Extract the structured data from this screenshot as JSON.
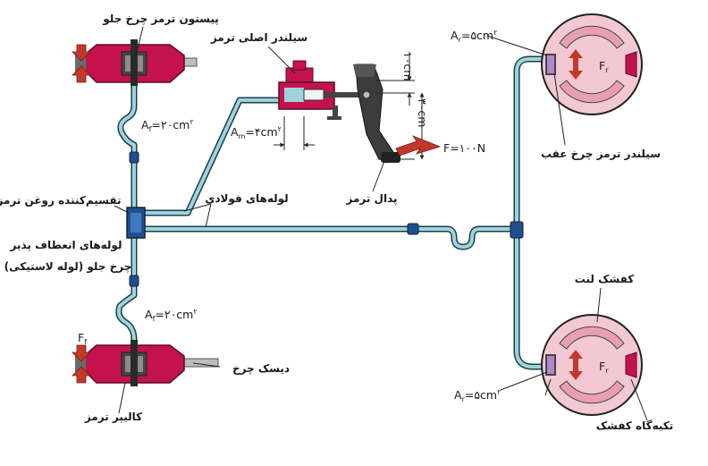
{
  "labels": {
    "front_piston": "پیستون ترمز چرخ جلو",
    "master_cylinder": "سیلندر اصلی ترمز",
    "distributor": "تقسیم‌کننده روغن ترمز",
    "flexible_hose_line1": "لوله‌های انعطاف پذیر",
    "flexible_hose_line2": "چرخ جلو (لوله لاستیکی)",
    "steel_pipes": "لوله‌های فولادی",
    "brake_pedal": "پدال ترمز",
    "rear_wheel_cylinder": "سیلندر ترمز چرخ عقب",
    "brake_shoe_lining": "کفشک لنت",
    "wheel_disc": "دیسک چرخ",
    "brake_caliper": "کالیپر ترمز",
    "shoe_anchor": "تکیه‌گاه کفشک"
  },
  "symbols": {
    "Af_top": {
      "main": "A",
      "sub": "f",
      "rest": "=۲۰cm",
      "sup": "۲"
    },
    "Af_bottom": {
      "main": "A",
      "sub": "f",
      "rest": "=۲۰cm",
      "sup": "۲"
    },
    "Am": {
      "main": "A",
      "sub": "m",
      "rest": "=۴cm",
      "sup": "۲"
    },
    "Ar_top": {
      "main": "A",
      "sub": "r",
      "rest": "=۵cm",
      "sup": "۲"
    },
    "Ar_bottom": {
      "main": "A",
      "sub": "r",
      "rest": "=۵cm",
      "sup": "۲"
    },
    "Fr_top": {
      "main": "F",
      "sub": "r"
    },
    "Fr_bottom": {
      "main": "F",
      "sub": "r"
    },
    "Ff": {
      "main": "F",
      "sub": "f"
    },
    "force": "F=۱۰۰N",
    "dim_short": "۱۰cm",
    "dim_long": "۳۰cm"
  },
  "colors": {
    "pipe": "#9fd3dc",
    "pipe_outline": "#1b3f4a",
    "caliper": "#c4124f",
    "drum": "#f2c9d2",
    "lining": "#e8a0b0",
    "arrow": "#c0392b",
    "pedal": "#444444",
    "connector": "#1f4e8c"
  }
}
